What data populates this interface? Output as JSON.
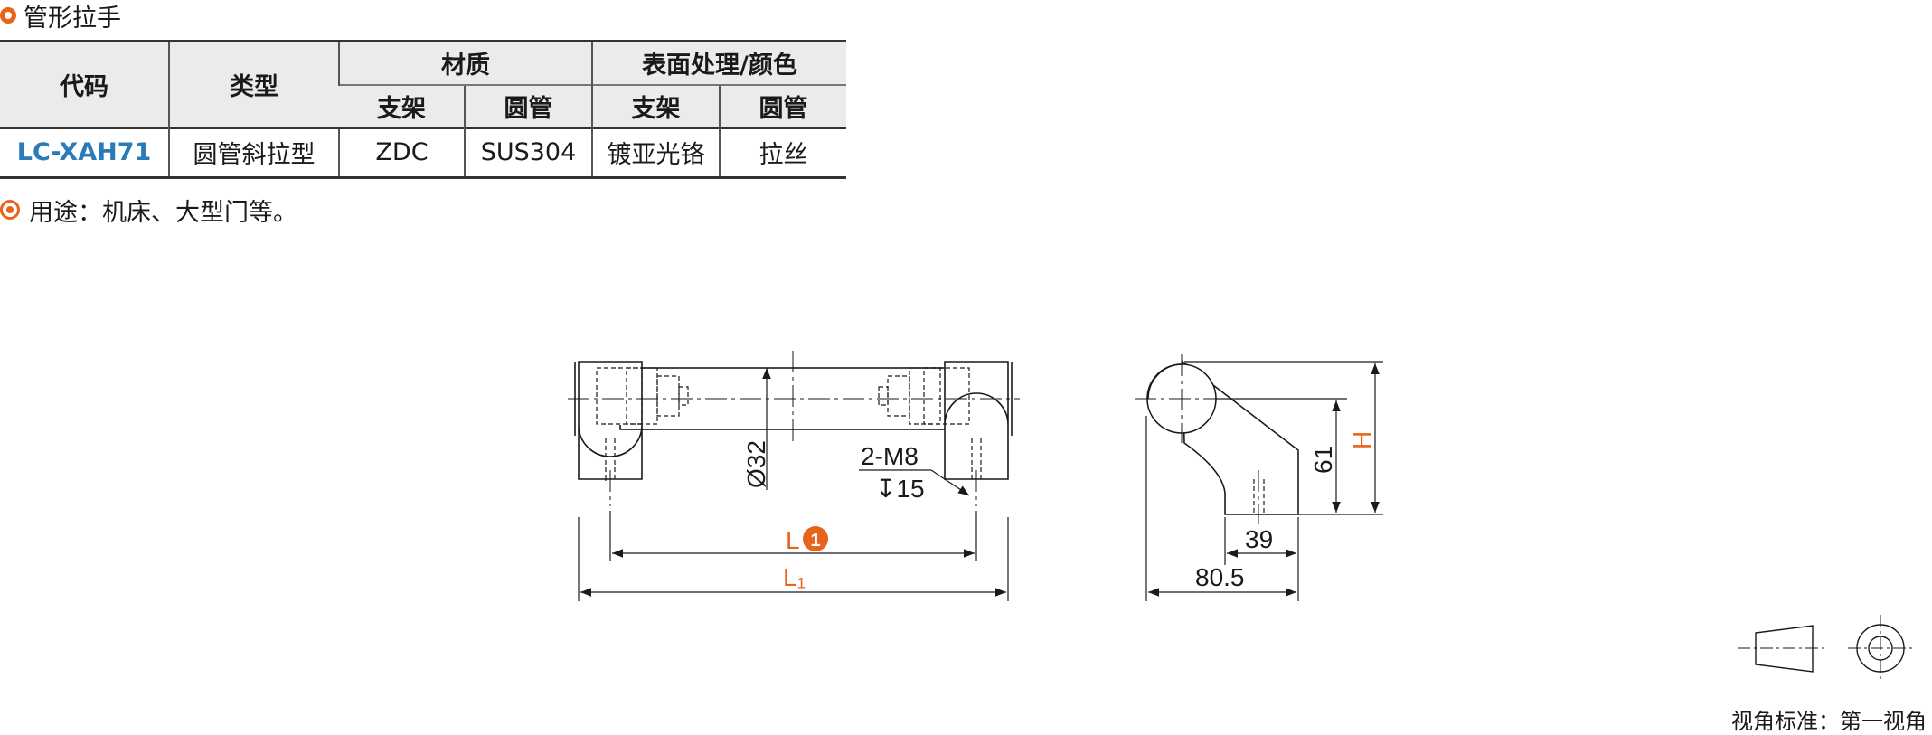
{
  "header": {
    "title": "管形拉手"
  },
  "table": {
    "col_code": "代码",
    "col_type": "类型",
    "group_material": "材质",
    "group_surface": "表面处理/颜色",
    "sub_bracket": "支架",
    "sub_tube": "圆管",
    "sub_bracket2": "支架",
    "sub_tube2": "圆管",
    "row": {
      "code": "LC-XAH71",
      "type": "圆管斜拉型",
      "material_bracket": "ZDC",
      "material_tube": "SUS304",
      "surface_bracket": "镀亚光铬",
      "surface_tube": "拉丝"
    }
  },
  "usage": {
    "text": "用途：机床、大型门等。"
  },
  "drawing": {
    "dia": "Ø32",
    "thread": "2-M8",
    "depth": "↧15",
    "L": "L",
    "L_marker": "1",
    "L1": "L₁",
    "dim_61": "61",
    "dim_H": "H",
    "dim_39": "39",
    "dim_80_5": "80.5"
  },
  "view_standard": {
    "text": "视角标准：第一视角"
  },
  "colors": {
    "accent": "#e8641b",
    "code_blue": "#2b7bb9"
  }
}
